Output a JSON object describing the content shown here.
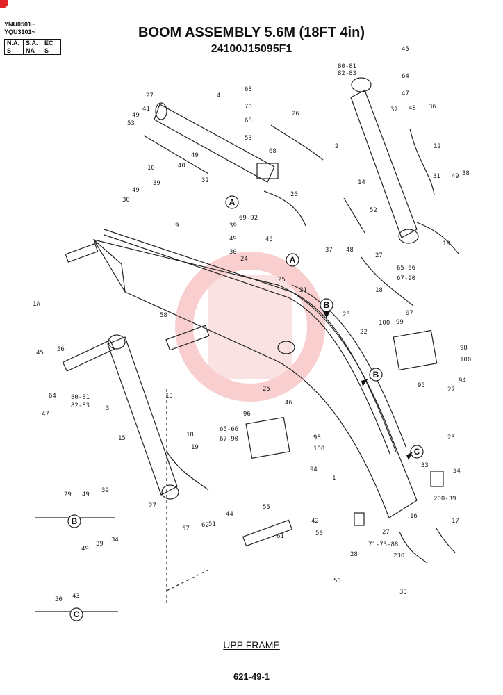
{
  "header": {
    "model_codes": [
      "YNU0501~",
      "YQU3101~"
    ],
    "applicability_table": [
      [
        "N.A.",
        "S.A.",
        "EC"
      ],
      [
        "S",
        "NA",
        "S"
      ]
    ],
    "title": "BOOM ASSEMBLY 5.6M (18FT 4in)",
    "part_number": "24100J15095F1"
  },
  "detail_markers": [
    "A",
    "B",
    "C"
  ],
  "callouts": [
    "45",
    "80-81",
    "82-83",
    "64",
    "47",
    "27",
    "4",
    "63",
    "70",
    "68",
    "53",
    "26",
    "36",
    "48",
    "32",
    "2",
    "12",
    "49",
    "41",
    "53",
    "10",
    "40",
    "49",
    "32",
    "68",
    "39",
    "30",
    "49",
    "20",
    "A",
    "69-92",
    "31",
    "49",
    "38",
    "14",
    "52",
    "37",
    "48",
    "27",
    "65-66",
    "67-90",
    "19",
    "9",
    "39",
    "49",
    "30",
    "45",
    "24",
    "A",
    "25",
    "21",
    "18",
    "B",
    "25",
    "22",
    "100",
    "99",
    "97",
    "98",
    "100",
    "94",
    "95",
    "58",
    "56",
    "45",
    "64",
    "80-81",
    "82-83",
    "47",
    "3",
    "13",
    "15",
    "18",
    "19",
    "65-66",
    "67-90",
    "96",
    "98",
    "100",
    "94",
    "25",
    "46",
    "B",
    "27",
    "23",
    "C",
    "33",
    "200-39",
    "54",
    "29",
    "49",
    "39",
    "27",
    "1",
    "55",
    "57",
    "62",
    "51",
    "44",
    "61",
    "50",
    "42",
    "1A",
    "71-73-88",
    "50",
    "28",
    "27",
    "16",
    "17",
    "230",
    "33",
    "49",
    "39",
    "34",
    "50",
    "43"
  ],
  "footer": {
    "upper_frame_label": "UPP FRAME",
    "page_number": "621-49-1"
  }
}
